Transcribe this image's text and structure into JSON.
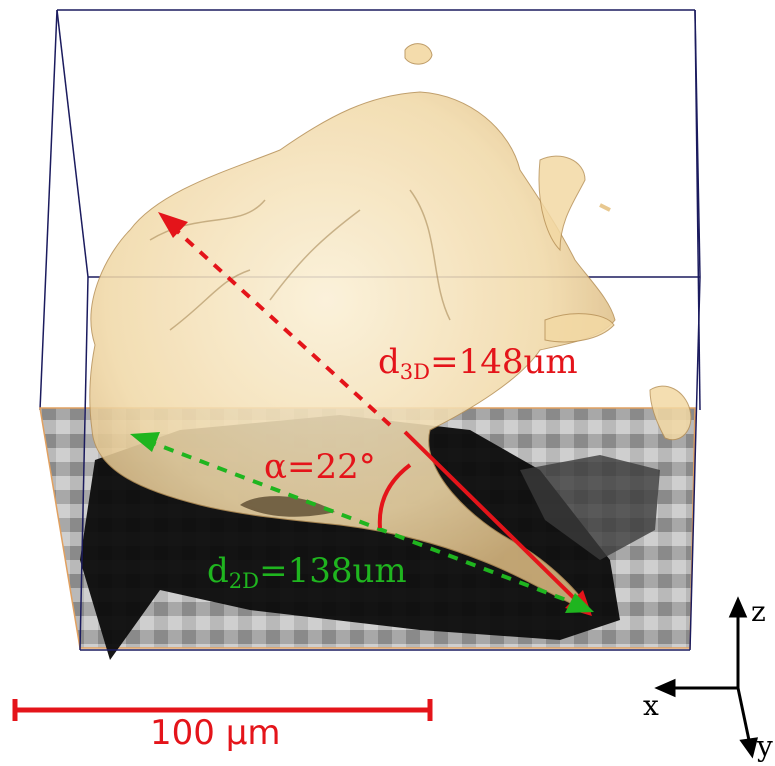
{
  "labels": {
    "d3d_sym": "d",
    "d3d_sub": "3D",
    "d3d_eq": "=148um",
    "d2d_sym": "d",
    "d2d_sub": "2D",
    "d2d_eq": "=138um",
    "alpha": "α=22°",
    "scale_bar": "100 µm",
    "axis_x": "x",
    "axis_y": "y",
    "axis_z": "z"
  },
  "colors": {
    "d3d": "#e4141a",
    "d2d": "#1fb51f",
    "scale_bar": "#e4141a",
    "box": "#1b1b5e",
    "cell": "#f3d9a4"
  }
}
